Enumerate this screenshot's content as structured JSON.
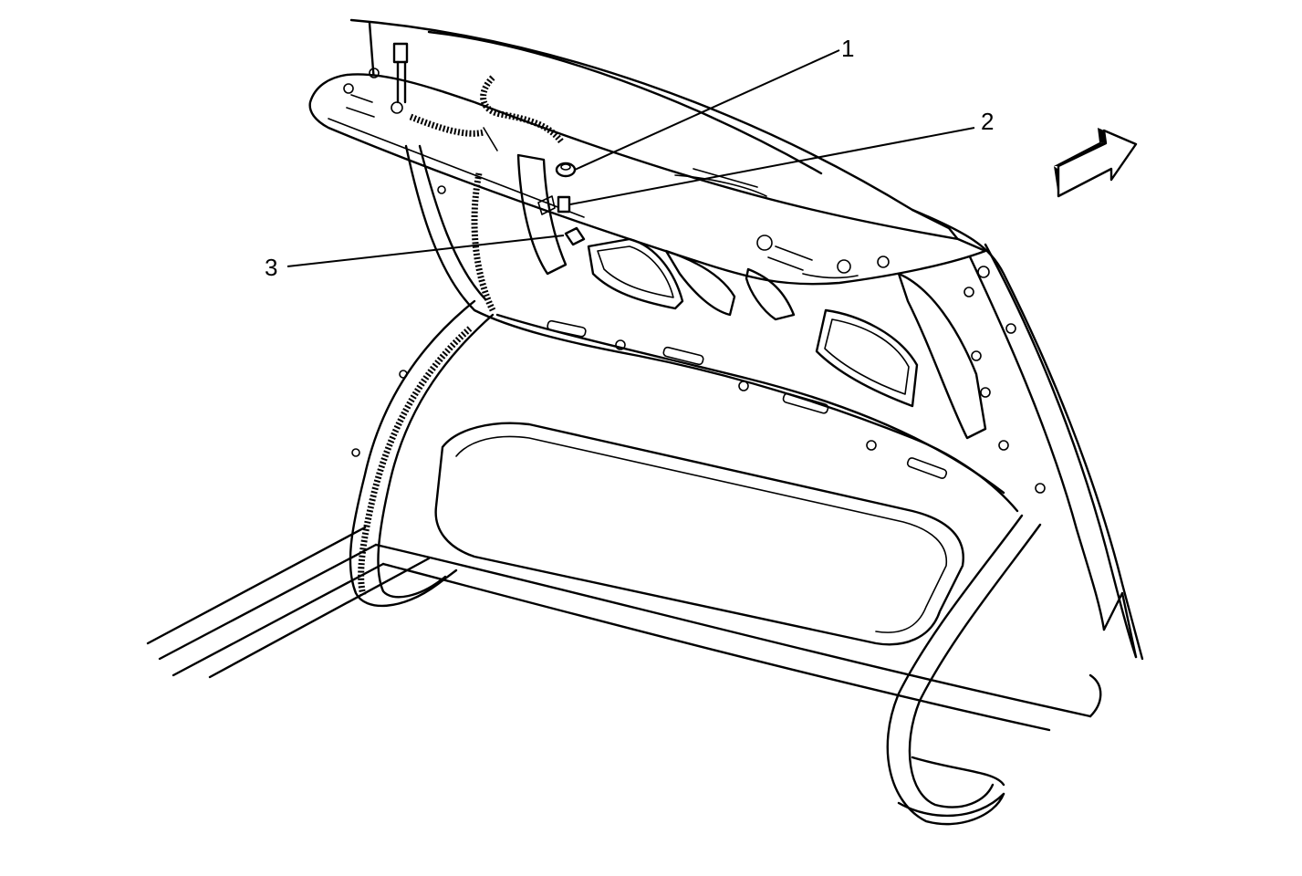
{
  "callouts": [
    {
      "id": "1",
      "label": "1"
    },
    {
      "id": "2",
      "label": "2"
    },
    {
      "id": "3",
      "label": "3"
    }
  ],
  "icons": {
    "direction": "forward-arrow-icon"
  },
  "colors": {
    "line": "#000000",
    "background": "#ffffff"
  }
}
